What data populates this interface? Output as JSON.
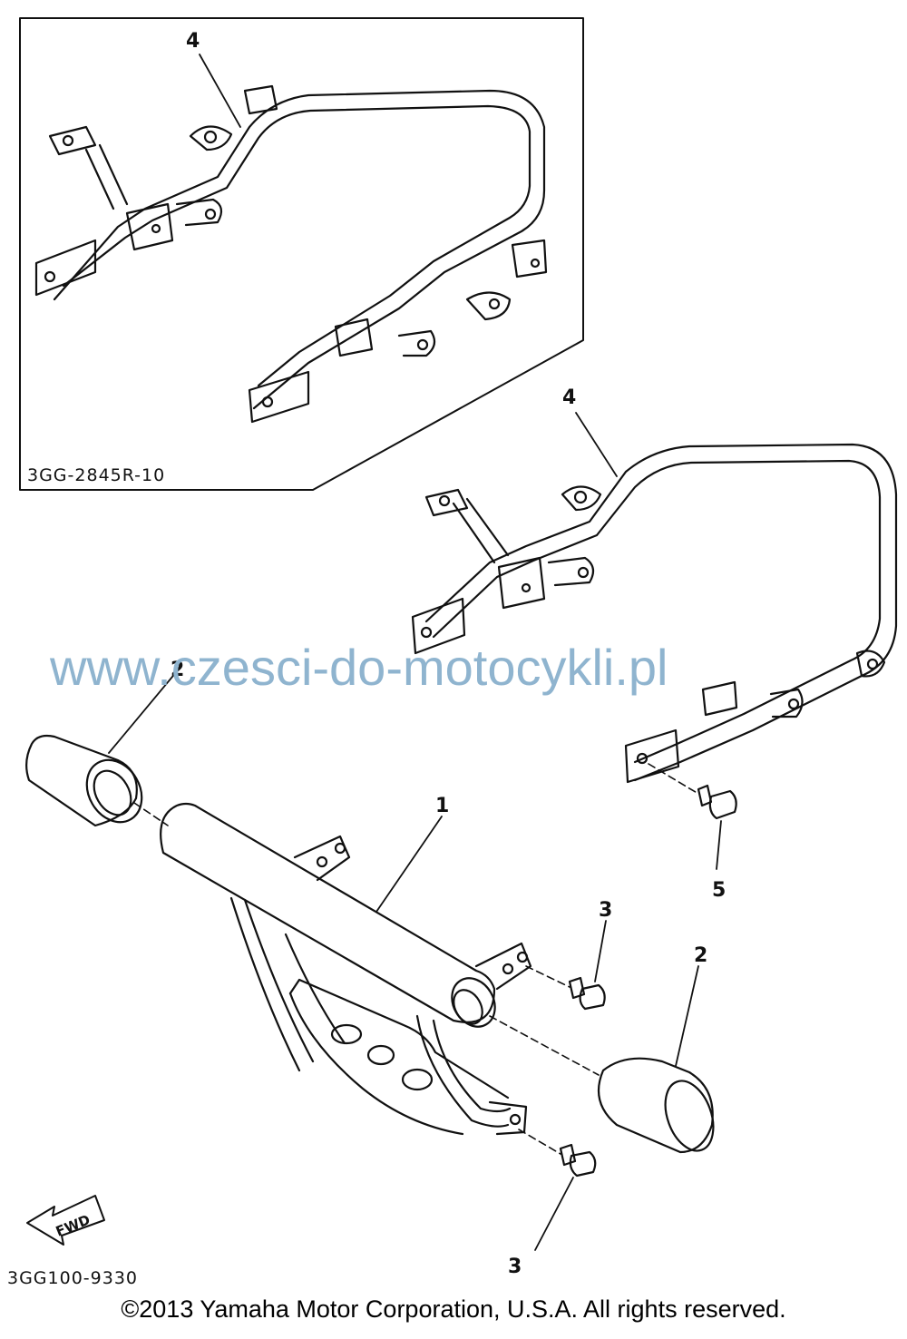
{
  "inset": {
    "code": "3GG-2845R-10"
  },
  "diagram": {
    "code": "3GG100-9330",
    "fwd_label": "FWD"
  },
  "callouts": {
    "c1": "1",
    "c2_left": "2",
    "c2_right": "2",
    "c3_top": "3",
    "c3_bottom": "3",
    "c4_inset": "4",
    "c4_main": "4",
    "c5": "5"
  },
  "watermark": "www.czesci-do-motocykli.pl",
  "copyright": "©2013 Yamaha Motor Corporation, U.S.A. All rights reserved."
}
